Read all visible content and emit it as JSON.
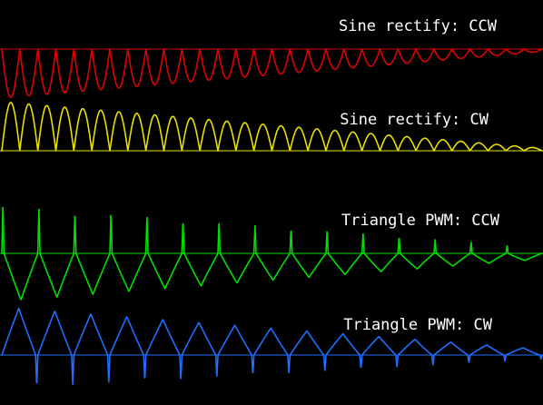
{
  "chart_data": {
    "type": "line",
    "x_unit": "sample",
    "grid": false,
    "legend": "none",
    "series": [
      {
        "name": "Sine rectify: CCW",
        "color": "#e00000",
        "shape": "sine-rectified-negative",
        "cycles": 30,
        "start_amplitude": 1.0,
        "end_amplitude": 0.05
      },
      {
        "name": "Sine rectify: CW",
        "color": "#e8e000",
        "shape": "sine-rectified-positive",
        "cycles": 30,
        "start_amplitude": 1.0,
        "end_amplitude": 0.05
      },
      {
        "name": "Triangle PWM: CCW",
        "color": "#00e000",
        "shape": "triangle-pwm-ccw",
        "cycles": 15,
        "start_amplitude": 1.0,
        "end_amplitude": 0.12
      },
      {
        "name": "Triangle PWM: CW",
        "color": "#1e6fff",
        "shape": "triangle-pwm-cw",
        "cycles": 15,
        "start_amplitude": 1.0,
        "end_amplitude": 0.12
      }
    ]
  }
}
